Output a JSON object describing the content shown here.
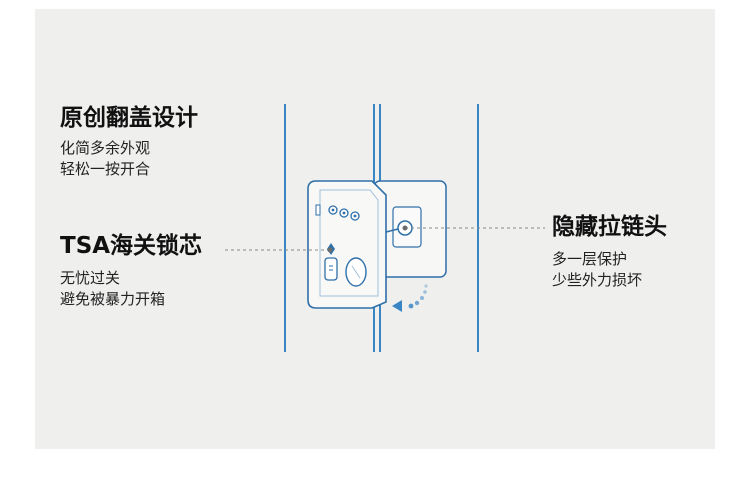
{
  "features": {
    "flip": {
      "title": "原创翻盖设计",
      "lines": [
        "化简多余外观",
        "轻松一按开合"
      ]
    },
    "tsa": {
      "title": "TSA海关锁芯",
      "lines": [
        "无忧过关",
        "避免被暴力开箱"
      ]
    },
    "zip": {
      "title": "隐藏拉链头",
      "lines": [
        "多一层保护",
        "少些外力损坏"
      ]
    }
  },
  "colors": {
    "background": "#efefee",
    "frame_line": "#3a86c4",
    "device_outline": "#2f6fa8",
    "leader_line": "#8a8a8a"
  },
  "icons": [
    "tsa-lock-icon",
    "zipper-pull-icon",
    "rotate-arrow-icon"
  ]
}
